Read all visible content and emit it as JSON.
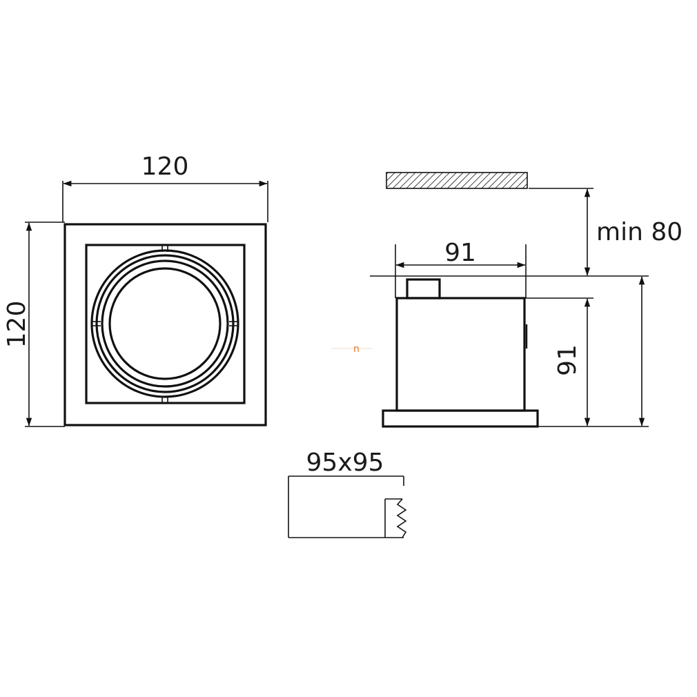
{
  "front_view": {
    "width_label": "120",
    "height_label": "120"
  },
  "side_view": {
    "clearance_label": "min 80",
    "width_label": "91",
    "height_label": "91",
    "stray_mark": "n"
  },
  "cutout": {
    "size_label": "95x95"
  },
  "colors": {
    "line": "#111111",
    "stray_mark": "#e07a2a"
  }
}
